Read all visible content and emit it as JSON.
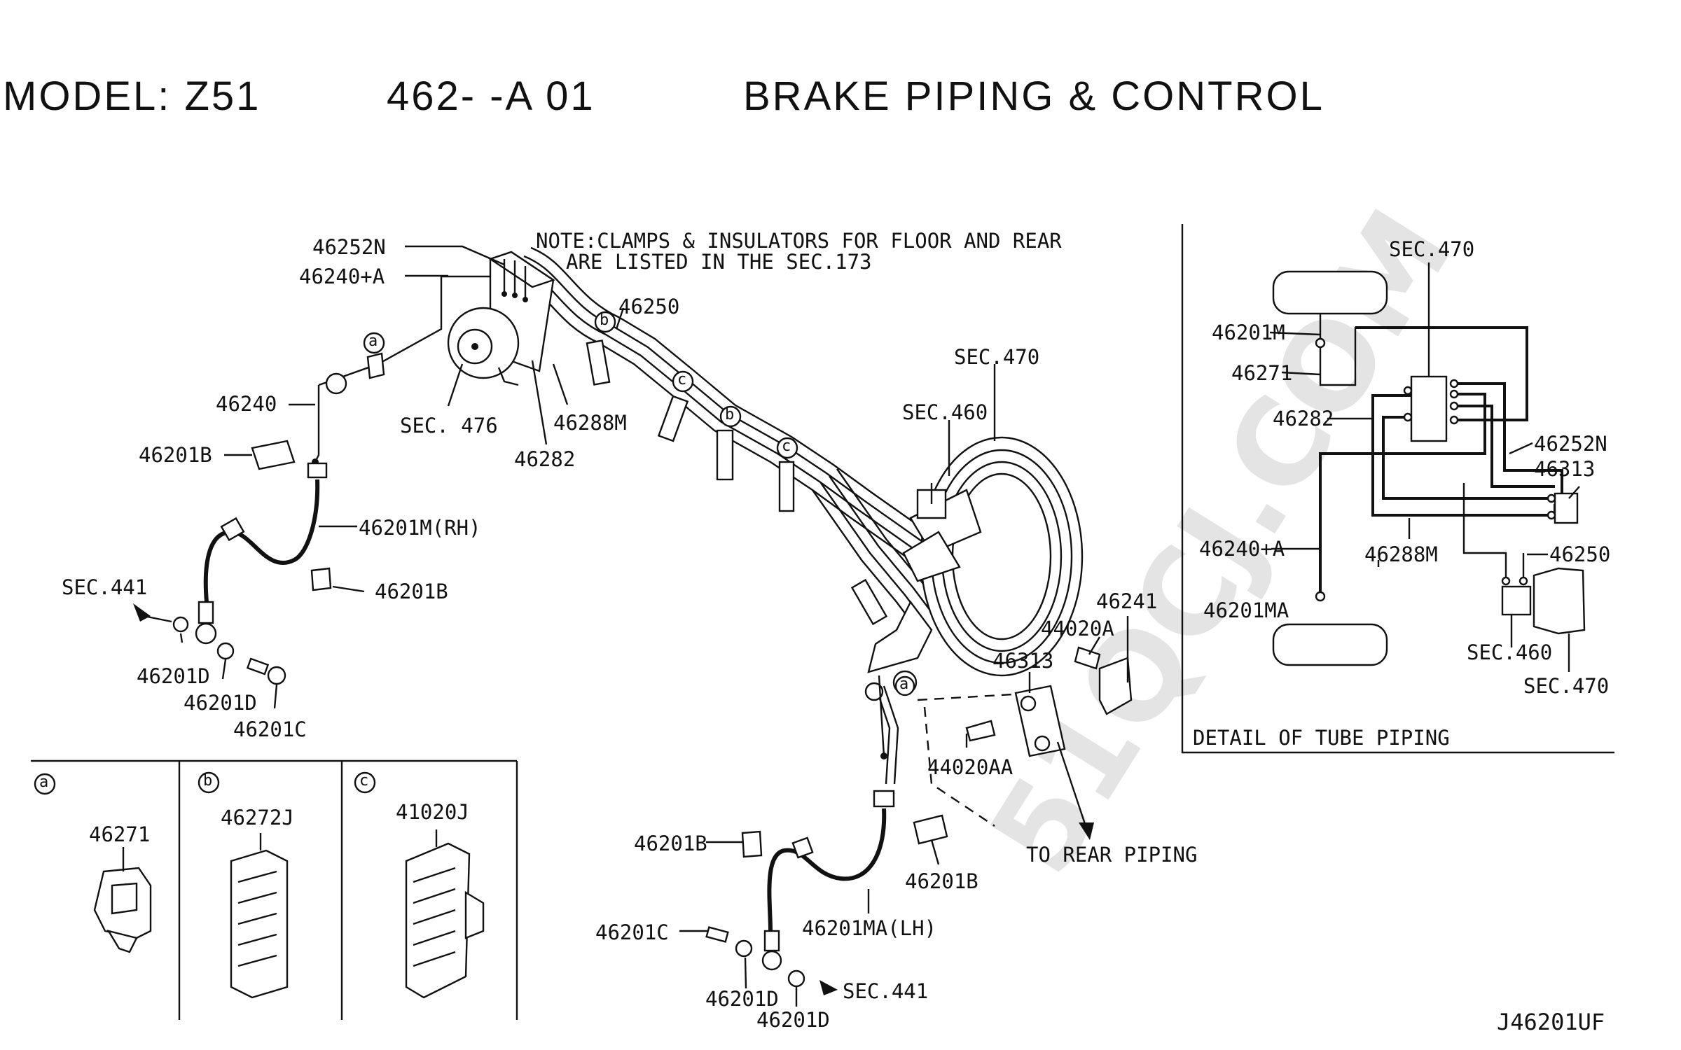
{
  "header": {
    "model": "MODEL: Z51",
    "code": "462-  -A 01",
    "section_title": "BRAKE PIPING & CONTROL"
  },
  "note": {
    "line1": "NOTE:CLAMPS & INSULATORS FOR FLOOR AND REAR",
    "line2": "ARE LISTED IN THE SEC.173"
  },
  "main_labels": {
    "p46252N": "46252N",
    "p46240A": "46240+A",
    "p46250": "46250",
    "sec470": "SEC.470",
    "sec460": "SEC.460",
    "p46240": "46240",
    "sec476": "SEC. 476",
    "p46288M": "46288M",
    "p46282": "46282",
    "p46201B_1": "46201B",
    "p46201M_RH": "46201M(RH)",
    "p46201B_2": "46201B",
    "sec441_1": "SEC.441",
    "p46201D_1": "46201D",
    "p46201D_2": "46201D",
    "p46201C_1": "46201C",
    "p46241": "46241",
    "p44020A": "44020A",
    "p46313": "46313",
    "p44020AA": "44020AA",
    "to_rear": "TO REAR PIPING",
    "p46201B_3": "46201B",
    "p46201B_4": "46201B",
    "p46201C_2": "46201C",
    "p46201MA_LH": "46201MA(LH)",
    "p46201D_3": "46201D",
    "p46201D_4": "46201D",
    "sec441_2": "SEC.441"
  },
  "callouts": {
    "a": "a",
    "b": "b",
    "c": "c"
  },
  "inset_parts": {
    "a_part": "46271",
    "b_part": "46272J",
    "c_part": "41020J"
  },
  "detail": {
    "caption": "DETAIL OF TUBE PIPING",
    "sec470_top": "SEC.470",
    "p46201M": "46201M",
    "p46271": "46271",
    "p46282": "46282",
    "p46252N": "46252N",
    "p46313": "46313",
    "p46240A": "46240+A",
    "p46288M": "46288M",
    "p46250": "46250",
    "p46201MA": "46201MA",
    "sec460": "SEC.460",
    "sec470_bottom": "SEC.470"
  },
  "footer": {
    "drawing_id": "J46201UF"
  },
  "watermark": "51QCJ.COM"
}
